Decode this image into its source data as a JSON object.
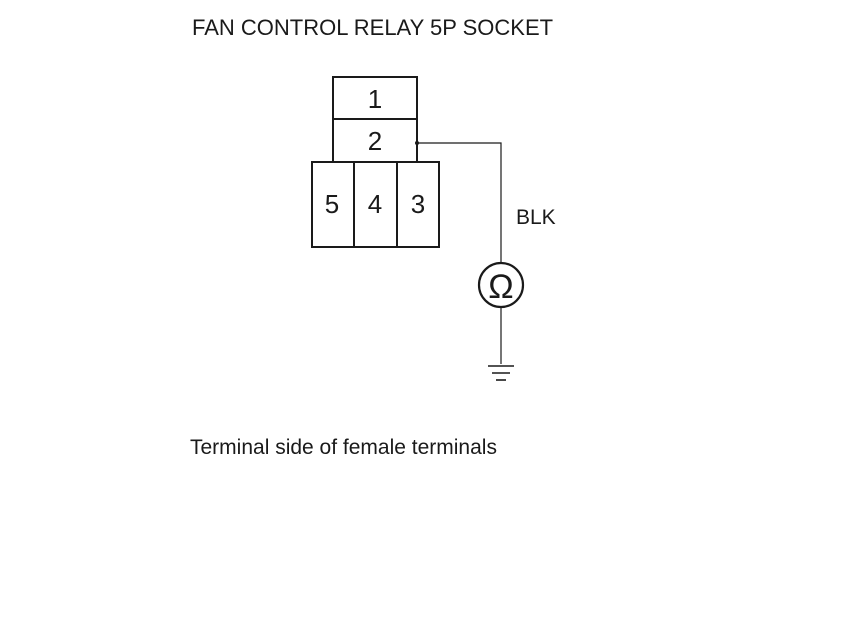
{
  "title": "FAN CONTROL RELAY 5P SOCKET",
  "connector": {
    "terminals": [
      {
        "id": "1",
        "label": "1"
      },
      {
        "id": "2",
        "label": "2"
      },
      {
        "id": "5",
        "label": "5"
      },
      {
        "id": "4",
        "label": "4"
      },
      {
        "id": "3",
        "label": "3"
      }
    ]
  },
  "wire": {
    "color_label": "BLK"
  },
  "meter": {
    "symbol": "Ω"
  },
  "caption": "Terminal side of female terminals"
}
